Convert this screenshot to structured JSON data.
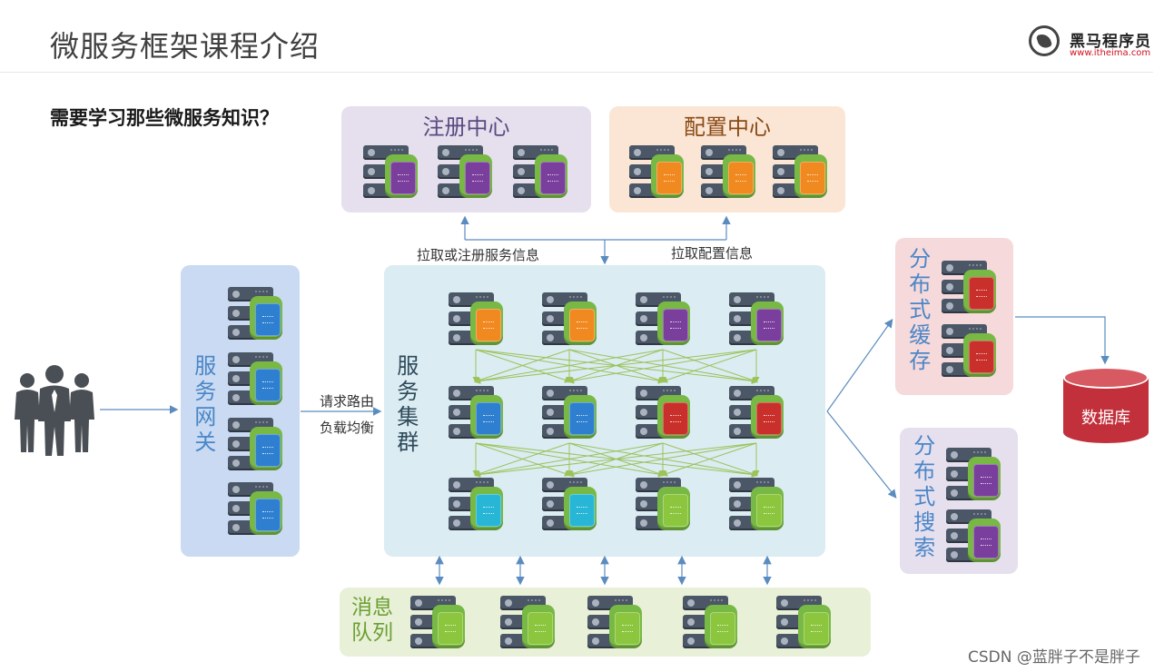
{
  "title": "微服务框架课程介绍",
  "logo": {
    "name": "黑马程序员",
    "url": "www.itheima.com"
  },
  "question": "需要学习那些微服务知识？",
  "panels": {
    "registry": "注册中心",
    "config": "配置中心",
    "gateway": "服务网关",
    "cluster": "服务集群",
    "cache": "分布式缓存",
    "search": "分布式搜索",
    "mq": "消息队列"
  },
  "edge_labels": {
    "registry_pull": "拉取或注册服务信息",
    "config_pull": "拉取配置信息",
    "route": "请求路由",
    "balance": "负载均衡"
  },
  "database": "数据库",
  "watermark": "CSDN @蓝胖子不是胖子",
  "colors": {
    "purple": "#7a3e9d",
    "orange": "#f0891f",
    "blue": "#2e7fd0",
    "red": "#c9302c",
    "cyan": "#27b6d6",
    "lime": "#8cc63f",
    "arrow": "#5b8cc0",
    "mesh": "#9bc35a"
  }
}
